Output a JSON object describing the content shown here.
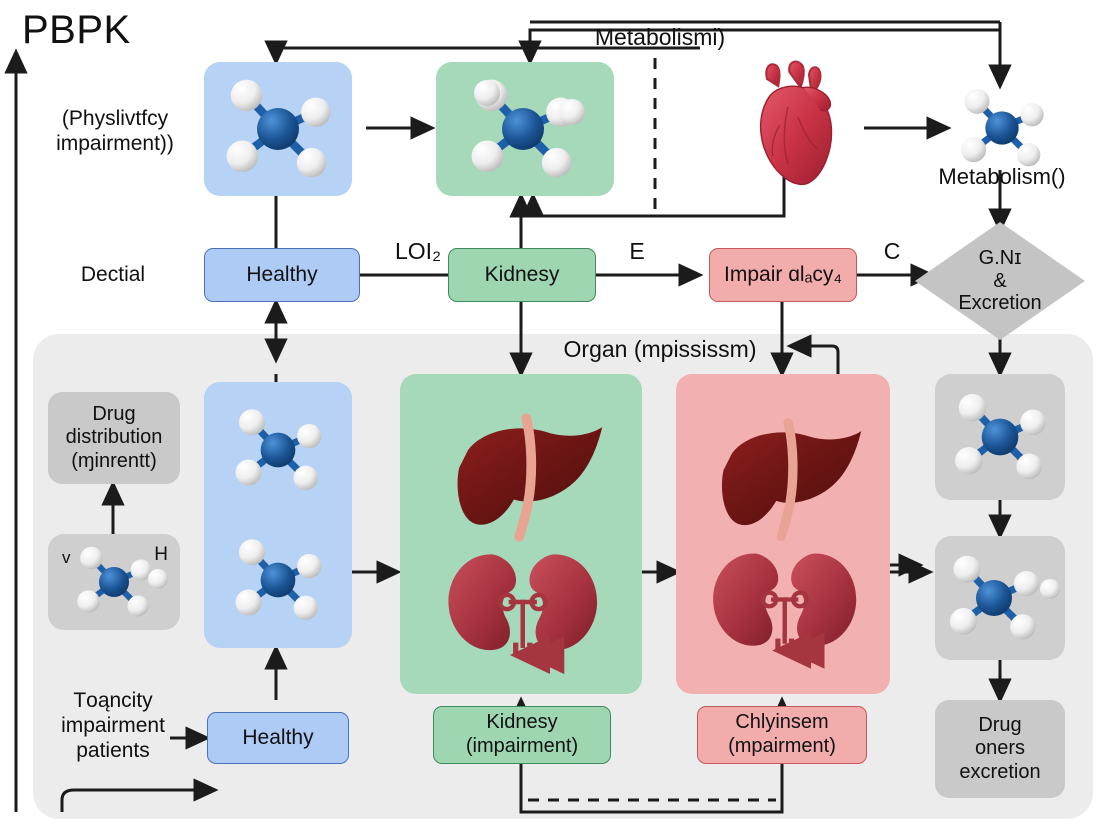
{
  "diagram": {
    "title": "PBPK",
    "background_color": "#ffffff",
    "region_color": "#ececec"
  },
  "side_labels": {
    "physiology": "(Physlivtfcy\nimpairment))",
    "decitial": "Dectial",
    "toxicity_patients": "Tоąncity\nimpairment\npatients"
  },
  "edge_labels": {
    "metabolism_top": "Metabolismi)",
    "metabolism_right": "Metabolism()",
    "loi": "LOI₂",
    "e": "E",
    "c": "C",
    "organ": "Organ (mpississm)"
  },
  "row_middle": [
    {
      "id": "healthy-mid",
      "label": "Healthy",
      "color": "blue"
    },
    {
      "id": "kidnesy-mid",
      "label": "Kidnesy",
      "color": "green"
    },
    {
      "id": "impaired-mid",
      "label": "Impair ɑlₐcy₄",
      "color": "red"
    }
  ],
  "diamond": {
    "label": "G.Nɪ\n&\nExcretion"
  },
  "grey_boxes": {
    "drug_distribution": "Drug\ndistribution\n(ɱinrentt)",
    "drug_excretion": "Drug\noners\nexcretion"
  },
  "bottom_row": [
    {
      "id": "healthy-bottom",
      "label": "Healthy",
      "color": "blue"
    },
    {
      "id": "kidnesy-bottom",
      "label": "Kidnesy\n(impairment)",
      "color": "green"
    },
    {
      "id": "chlyinsem-bottom",
      "label": "Chlyinsem\n(mpairment)",
      "color": "red"
    }
  ],
  "molecule_atom_label": {
    "left": "ᴠ",
    "right": "H"
  },
  "panels": {
    "molecule_top_left": {
      "color": "blue",
      "icon": "molecule-icon"
    },
    "molecule_top_mid": {
      "color": "green",
      "icon": "molecule-icon"
    },
    "heart": {
      "color": "none",
      "icon": "heart-icon"
    },
    "molecule_top_right": {
      "color": "none",
      "icon": "molecule-icon"
    },
    "molecule_mid_left": {
      "color": "blue",
      "icon": "molecule-icon"
    },
    "organs_green": {
      "color": "green",
      "icon": "liver-kidneys-icon"
    },
    "organs_red": {
      "color": "red",
      "icon": "liver-kidneys-icon"
    },
    "molecule_right_1": {
      "color": "grey",
      "icon": "molecule-icon"
    },
    "molecule_right_2": {
      "color": "grey",
      "icon": "molecule-icon"
    },
    "molecule_grey_small": {
      "color": "grey",
      "icon": "molecule-icon"
    }
  },
  "colors": {
    "blue": "#b6d2f5",
    "green": "#a6d9b9",
    "red": "#f2b0b0",
    "grey": "#cfcfcf",
    "line": "#1b1b1b",
    "atom_center": "#1b4f8f",
    "atom_outer": "#f0f0f0",
    "organ_red": "#b3323c",
    "heart_red": "#cf3a4c"
  }
}
